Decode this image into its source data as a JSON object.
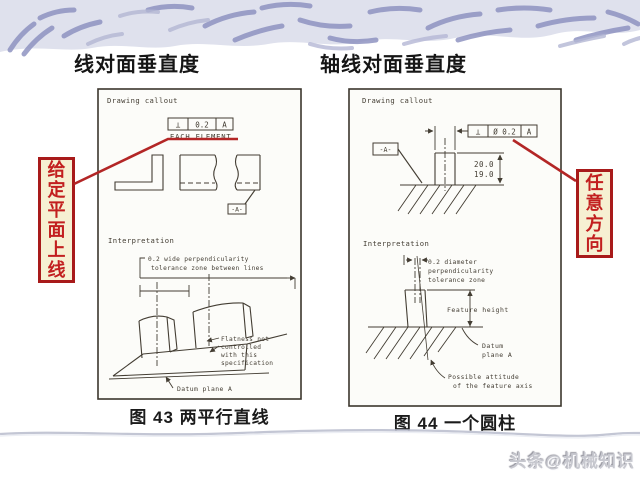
{
  "header": {
    "left_title": "线对面垂直度",
    "right_title": "轴线对面垂直度"
  },
  "annotations": {
    "left_box_text": "给定平面上线",
    "right_box_text": "任意方向",
    "accent_red": "#b32626",
    "box_border": "#a81a1a",
    "box_bg": "#f6f0d2"
  },
  "figure43": {
    "callout_label": "Drawing callout",
    "fcf": {
      "symbol": "⊥",
      "tolerance": "0.2",
      "datum": "A"
    },
    "each_element": "EACH ELEMENT",
    "datum_flag": "-A-",
    "interpretation_label": "Interpretation",
    "tol_note_1": "0.2 wide perpendicularity",
    "tol_note_2": "tolerance zone between lines",
    "flatness_1": "Flatness not",
    "flatness_2": "controlled",
    "flatness_3": "with this",
    "flatness_4": "specification",
    "datum_note": "Datum plane A",
    "caption": "图 43  两平行直线"
  },
  "figure44": {
    "callout_label": "Drawing callout",
    "fcf": {
      "symbol": "⊥",
      "tolerance": "Ø 0.2",
      "datum": "A"
    },
    "datum_flag": "-A-",
    "dim_upper": "20.0",
    "dim_lower": "19.0",
    "interpretation_label": "Interpretation",
    "tol_note_1": "0.2 diameter",
    "tol_note_2": "perpendicularity",
    "tol_note_3": "tolerance zone",
    "feature_height": "Feature height",
    "datum_note_1": "Datum",
    "datum_note_2": "plane A",
    "attitude_1": "Possible attitude",
    "attitude_2": "of the feature axis",
    "caption": "图 44  一个圆柱"
  },
  "watermark": {
    "text": "头条@机械知识"
  }
}
